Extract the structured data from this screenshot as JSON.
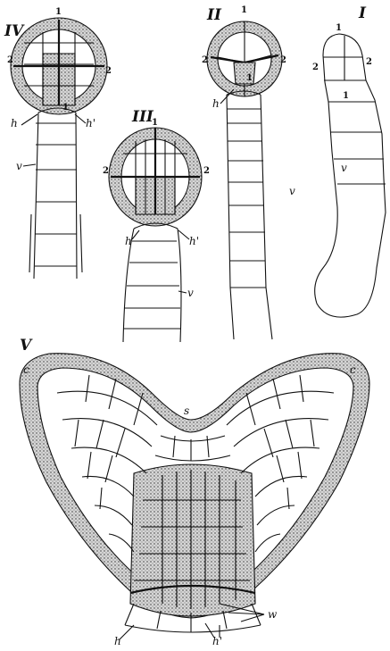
{
  "figure": {
    "panels": [
      {
        "id": "IV",
        "title": "IV",
        "labels": {
          "h": "h",
          "h_prime": "h'",
          "v": "v",
          "n1_top": "1",
          "n1_mid": "1",
          "n2_left": "2",
          "n2_right": "2"
        }
      },
      {
        "id": "III",
        "title": "III",
        "labels": {
          "h": "h",
          "h_prime": "h'",
          "v": "v",
          "n1_top": "1",
          "n2_left": "2",
          "n2_right": "2"
        }
      },
      {
        "id": "II",
        "title": "II",
        "labels": {
          "h": "h",
          "v": "v",
          "n1_top": "1",
          "n1_mid": "1",
          "n2_left": "2",
          "n2_right": "2"
        }
      },
      {
        "id": "I",
        "title": "I",
        "labels": {
          "v": "v",
          "n1_top": "1",
          "n1_mid": "1",
          "n2_left": "2",
          "n2_right": "2"
        }
      },
      {
        "id": "V",
        "title": "V",
        "labels": {
          "c_left": "c",
          "c_right": "c",
          "s": "s",
          "w": "w",
          "h": "h",
          "h_prime": "h'"
        }
      }
    ]
  }
}
